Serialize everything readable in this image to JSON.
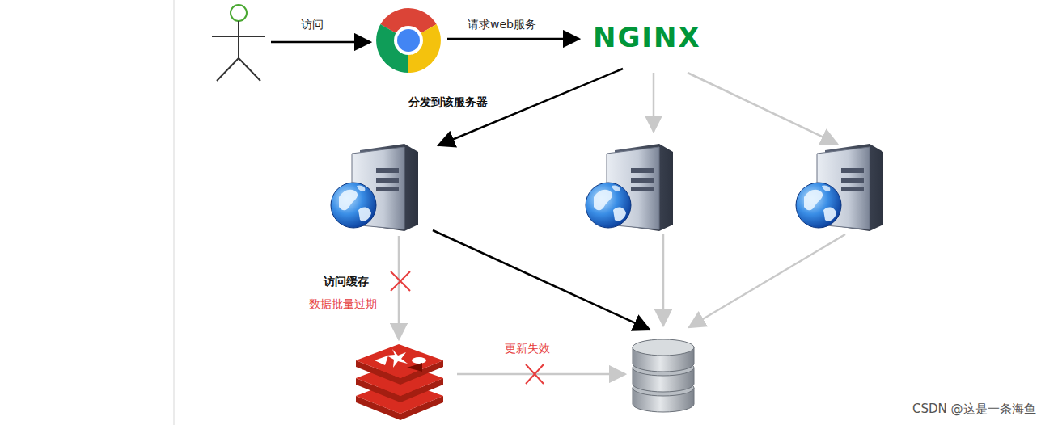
{
  "diagram": {
    "nodes": [
      {
        "text": [
          "NGINX"
        ]
      }
    ],
    "labels": [
      "访问",
      "请求web服务",
      "分发到该服务器",
      "访问缓存",
      "数据批量过期",
      "更新失效",
      "CSDN @这是一条海鱼"
    ]
  }
}
